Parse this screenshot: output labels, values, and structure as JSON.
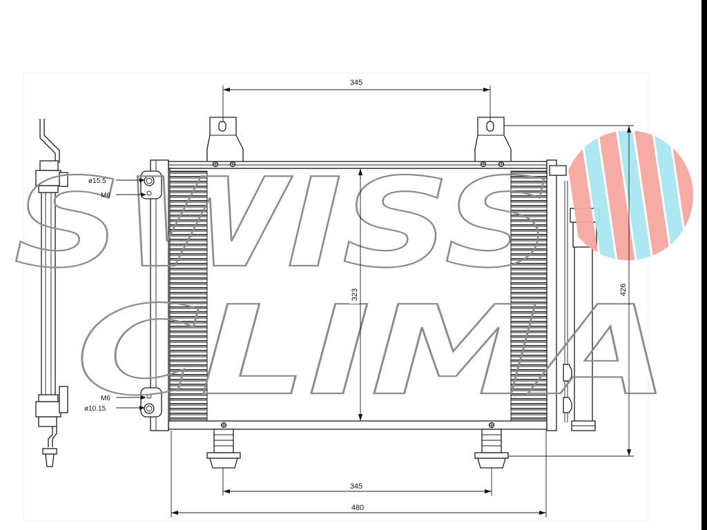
{
  "watermark": {
    "line1": "SWISS",
    "line2": "CLIMA",
    "logo_colors": [
      "#f6a8a0",
      "#a8e6f2"
    ],
    "outline_color": "#8c8c8c"
  },
  "dimensions": {
    "top_bracket_spacing": "345",
    "core_height": "323",
    "overall_height": "426",
    "bottom_bracket_spacing": "345",
    "overall_width": "480"
  },
  "fittings": {
    "inlet_diameter": "ø15.5",
    "inlet_thread": "M6",
    "outlet_thread": "M6",
    "outlet_diameter": "ø10.15"
  },
  "frame_color": "#000000"
}
